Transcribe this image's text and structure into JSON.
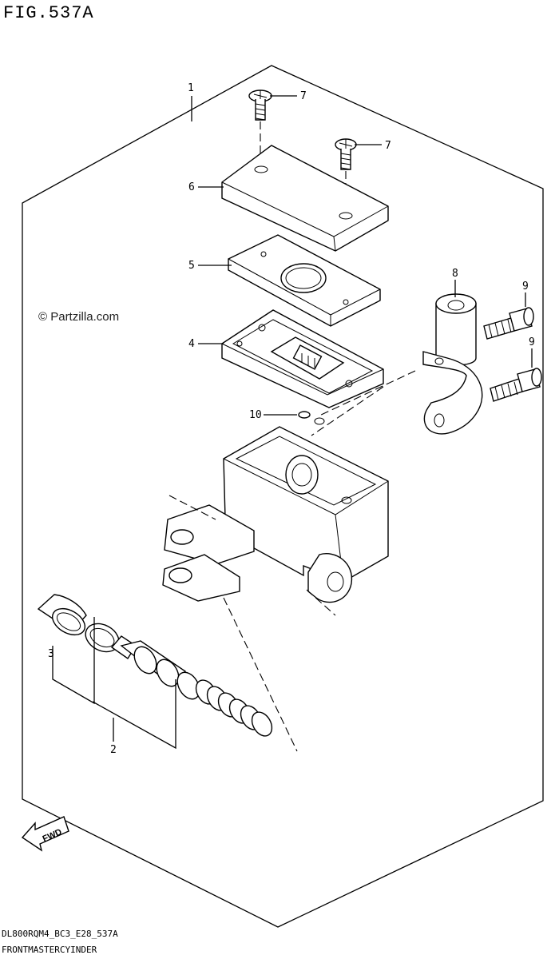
{
  "figure": {
    "title": "FIG.537A",
    "watermark": "© Partzilla.com",
    "footer_code": "DL800RQM4_BC3_E28_537A",
    "footer_name": "FRONTMASTERCYINDER"
  },
  "callouts": [
    "1",
    "2",
    "3",
    "4",
    "5",
    "6",
    "7",
    "7",
    "8",
    "9",
    "9",
    "10"
  ],
  "fwd_label": "FWD"
}
